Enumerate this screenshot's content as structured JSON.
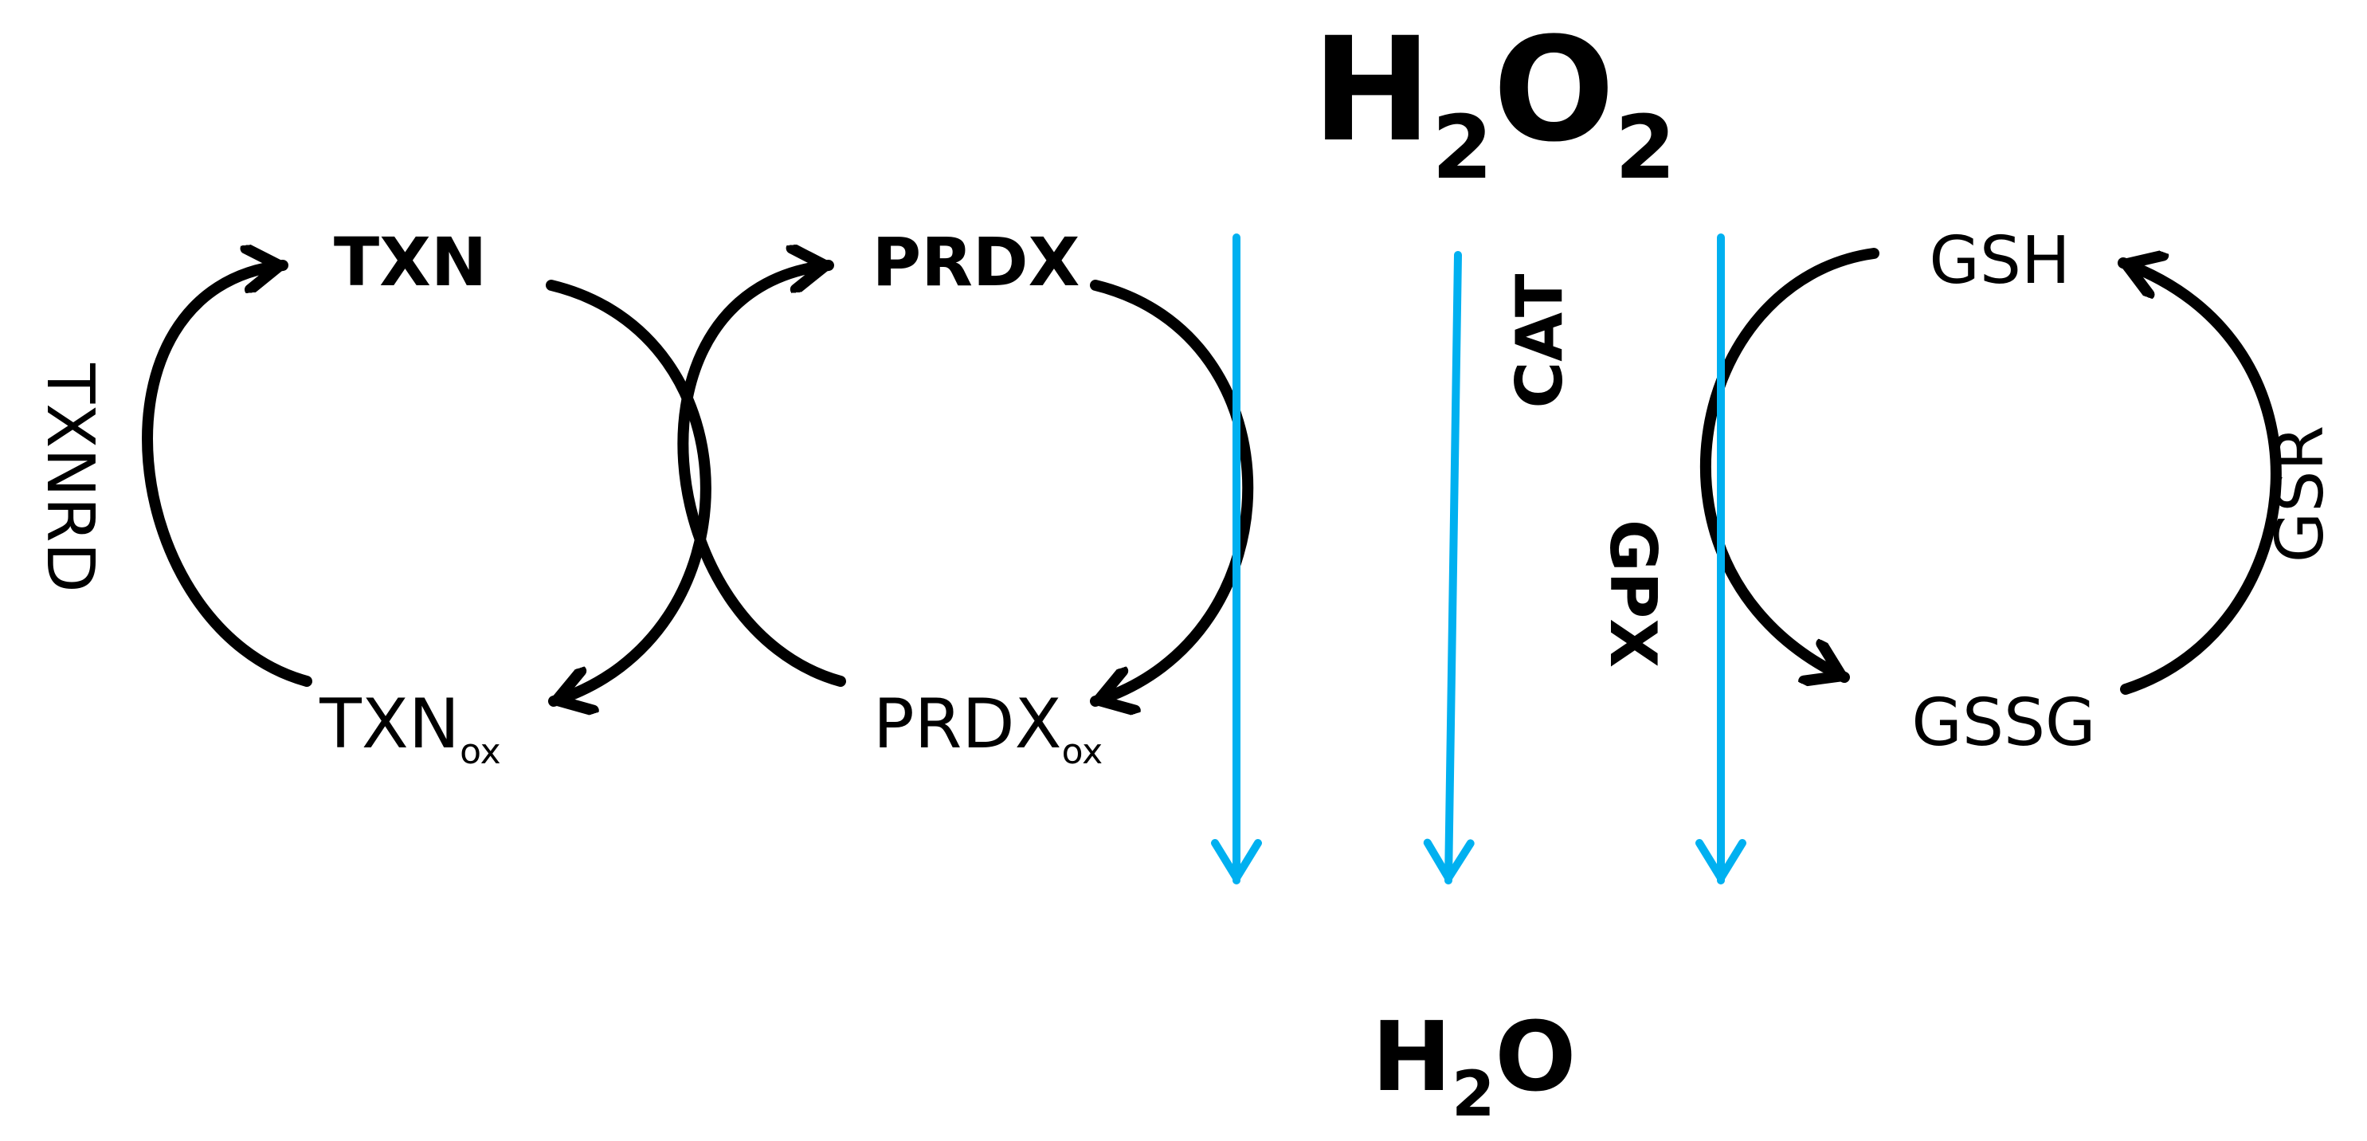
{
  "colors": {
    "peroxide": "#ff0000",
    "water": "#00b0f0",
    "cycle": "#000000"
  },
  "molecules": {
    "peroxide": {
      "main": "H",
      "sub": "2",
      "main2": "O",
      "sub2": "2"
    },
    "water": {
      "main": "H",
      "sub": "2",
      "main2": "O"
    }
  },
  "nodes": {
    "txn": "TXN",
    "txn_ox": {
      "base": "TXN",
      "sub": "ox"
    },
    "prdx": "PRDX",
    "prdx_ox": {
      "base": "PRDX",
      "sub": "ox"
    },
    "gsh": "GSH",
    "gssg": "GSSG"
  },
  "enzymes": {
    "txnrd": "TXNRD",
    "cat": "CAT",
    "gpx": "GPX",
    "gsr": "GSR"
  }
}
